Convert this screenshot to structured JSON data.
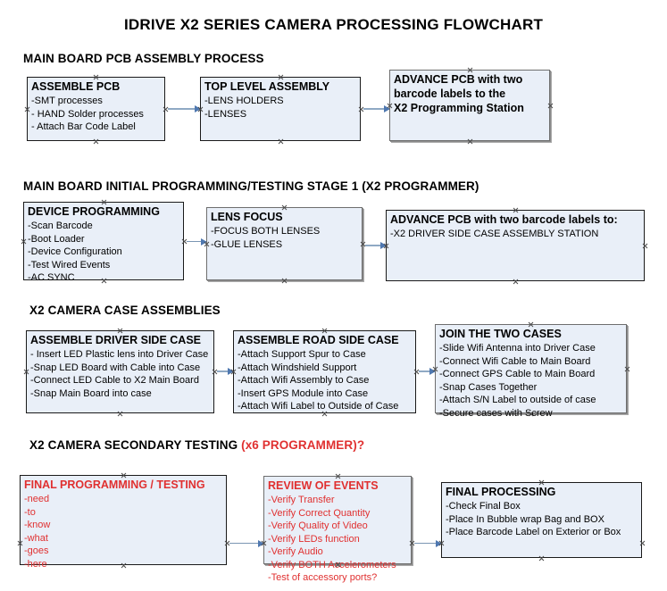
{
  "document": {
    "title": "IDRIVE X2  SERIES CAMERA PROCESSING FLOWCHART"
  },
  "colors": {
    "box_fill": "#e9eff8",
    "box_border": "#1a1a1a",
    "connector": "#8fa9c4",
    "arrow": "#4f78b0",
    "accent_red": "#e03030",
    "text": "#000000"
  },
  "sections": [
    {
      "id": "main-board-pcb-assembly",
      "heading": "MAIN BOARD PCB ASSEMBLY PROCESS",
      "heading_accent": "",
      "nodes": [
        {
          "id": "assemble-pcb",
          "title": "ASSEMBLE PCB",
          "lines": [
            "-SMT processes",
            "- HAND Solder processes",
            "- Attach Bar Code Label"
          ]
        },
        {
          "id": "top-level-assembly",
          "title": "TOP LEVEL ASSEMBLY",
          "lines": [
            "-LENS HOLDERS",
            "-LENSES"
          ]
        },
        {
          "id": "advance-pcb-to-programming-station",
          "title": "ADVANCE PCB with two",
          "title_lines": [
            "ADVANCE PCB with two",
            "barcode labels to the",
            " X2 Programming Station"
          ],
          "lines": []
        }
      ]
    },
    {
      "id": "main-board-initial-programming",
      "heading": "MAIN BOARD INITIAL PROGRAMMING/TESTING STAGE 1 (X2 PROGRAMMER)",
      "heading_accent": "",
      "nodes": [
        {
          "id": "device-programming",
          "title": "DEVICE PROGRAMMING",
          "lines": [
            "-Scan Barcode",
            "-Boot Loader",
            "-Device Configuration",
            "-Test Wired Events",
            "-AC SYNC"
          ]
        },
        {
          "id": "lens-focus",
          "title": "LENS FOCUS",
          "lines": [
            "-FOCUS BOTH LENSES",
            "-GLUE LENSES"
          ]
        },
        {
          "id": "advance-pcb-to-driver-side-case",
          "title": "ADVANCE PCB with two barcode labels to:",
          "lines": [
            "-X2 DRIVER  SIDE  CASE  ASSEMBLY STATION"
          ]
        }
      ]
    },
    {
      "id": "x2-camera-case-assemblies",
      "heading": "X2 CAMERA CASE ASSEMBLIES",
      "heading_accent": "",
      "nodes": [
        {
          "id": "assemble-driver-side-case",
          "title": "ASSEMBLE DRIVER SIDE CASE",
          "lines": [
            "- Insert LED Plastic lens into Driver Case",
            "-Snap LED Board with Cable into Case",
            "-Connect LED Cable to X2 Main Board",
            "-Snap Main Board into case"
          ]
        },
        {
          "id": "assemble-road-side-case",
          "title": "ASSEMBLE ROAD SIDE CASE",
          "lines": [
            "-Attach Support Spur to Case",
            "-Attach Windshield Support",
            "-Attach Wifi Assembly to Case",
            "-Insert GPS Module into Case",
            "-Attach Wifi Label to Outside of Case"
          ]
        },
        {
          "id": "join-the-two-cases",
          "title": "JOIN THE TWO CASES",
          "lines": [
            "-Slide Wifi Antenna into Driver Case",
            "-Connect Wifi Cable to Main Board",
            "-Connect GPS Cable to Main Board",
            "-Snap Cases Together",
            "-Attach S/N Label to outside of case",
            "-Secure cases with Screw"
          ]
        }
      ]
    },
    {
      "id": "x2-camera-secondary-testing",
      "heading": "X2 CAMERA SECONDARY TESTING ",
      "heading_accent": "(x6 PROGRAMMER)?",
      "nodes": [
        {
          "id": "final-programming-testing",
          "title": "FINAL PROGRAMMING / TESTING",
          "lines": [
            "-need",
            "-to",
            "-know",
            "-what",
            "-goes",
            "-here"
          ]
        },
        {
          "id": "review-of-events",
          "title": "REVIEW OF EVENTS",
          "lines": [
            "-Verify Transfer",
            "-Verify Correct Quantity",
            "-Verify Quality of Video",
            "-Verify LEDs function",
            "-Verify Audio",
            "-Verify BOTH Accelerometers",
            "-Test of accessory ports?"
          ]
        },
        {
          "id": "final-processing",
          "title": "FINAL PROCESSING",
          "lines": [
            "-Check Final Box",
            "-Place In Bubble wrap Bag and BOX",
            "-Place Barcode Label on Exterior or Box"
          ]
        }
      ]
    }
  ]
}
